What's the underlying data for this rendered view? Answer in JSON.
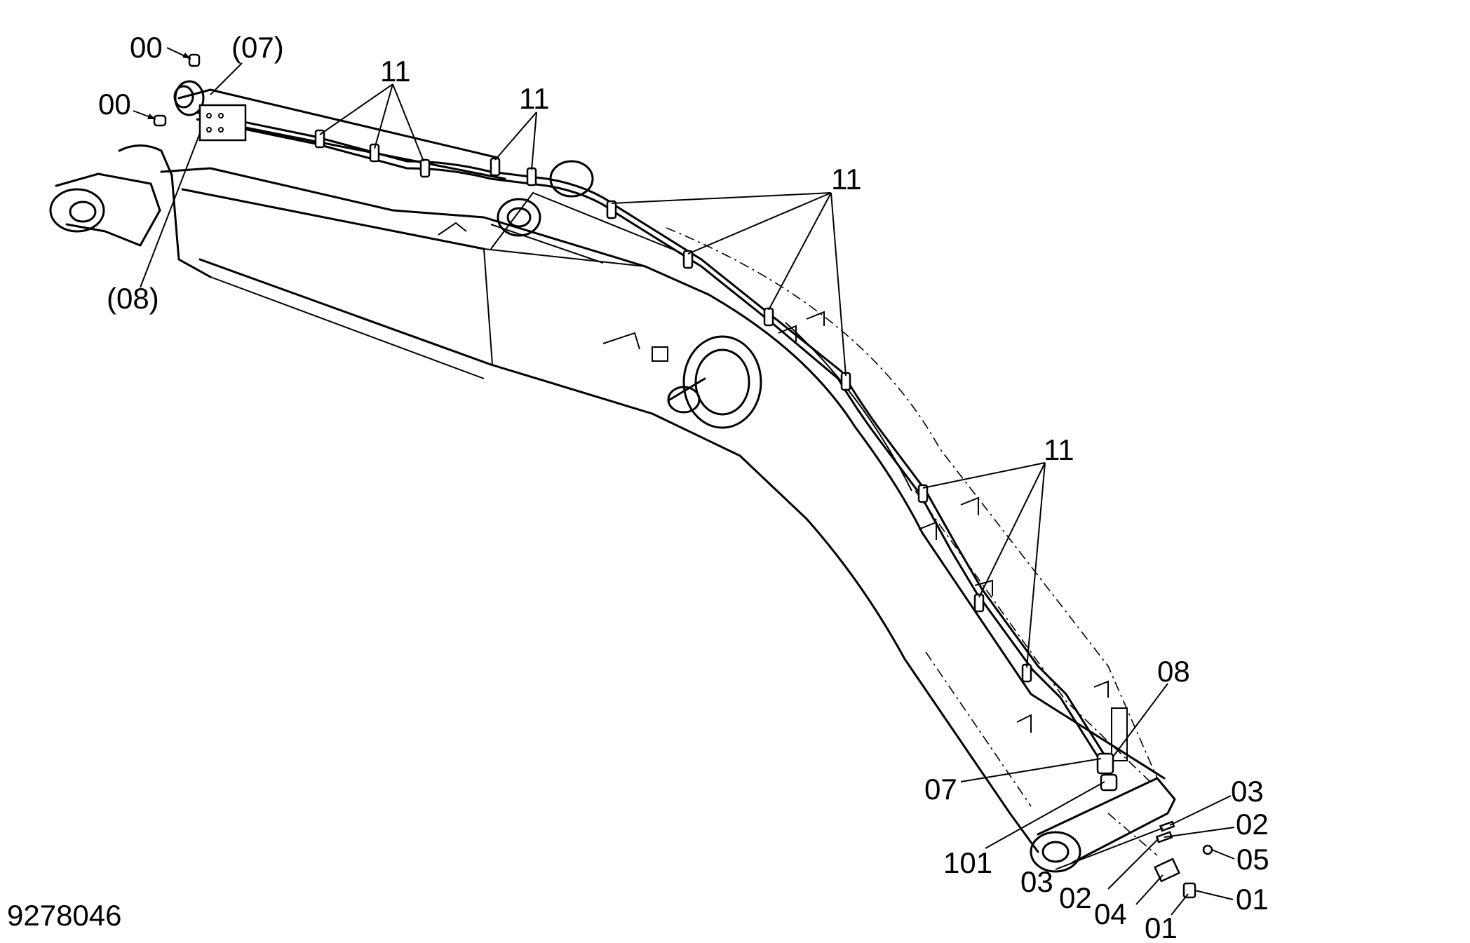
{
  "drawing_number": "9278046",
  "callouts": [
    {
      "id": "c00a",
      "text": "00"
    },
    {
      "id": "c07p",
      "text": "(07)"
    },
    {
      "id": "c00b",
      "text": "00"
    },
    {
      "id": "c08p",
      "text": "(08)"
    },
    {
      "id": "c11a",
      "text": "11"
    },
    {
      "id": "c11b",
      "text": "11"
    },
    {
      "id": "c11c",
      "text": "11"
    },
    {
      "id": "c11d",
      "text": "11"
    },
    {
      "id": "c08",
      "text": "08"
    },
    {
      "id": "c07",
      "text": "07"
    },
    {
      "id": "c101",
      "text": "101"
    },
    {
      "id": "c03a",
      "text": "03"
    },
    {
      "id": "c02a",
      "text": "02"
    },
    {
      "id": "c05",
      "text": "05"
    },
    {
      "id": "c03b",
      "text": "03"
    },
    {
      "id": "c02b",
      "text": "02"
    },
    {
      "id": "c04",
      "text": "04"
    },
    {
      "id": "c01a",
      "text": "01"
    },
    {
      "id": "c01b",
      "text": "01"
    }
  ]
}
